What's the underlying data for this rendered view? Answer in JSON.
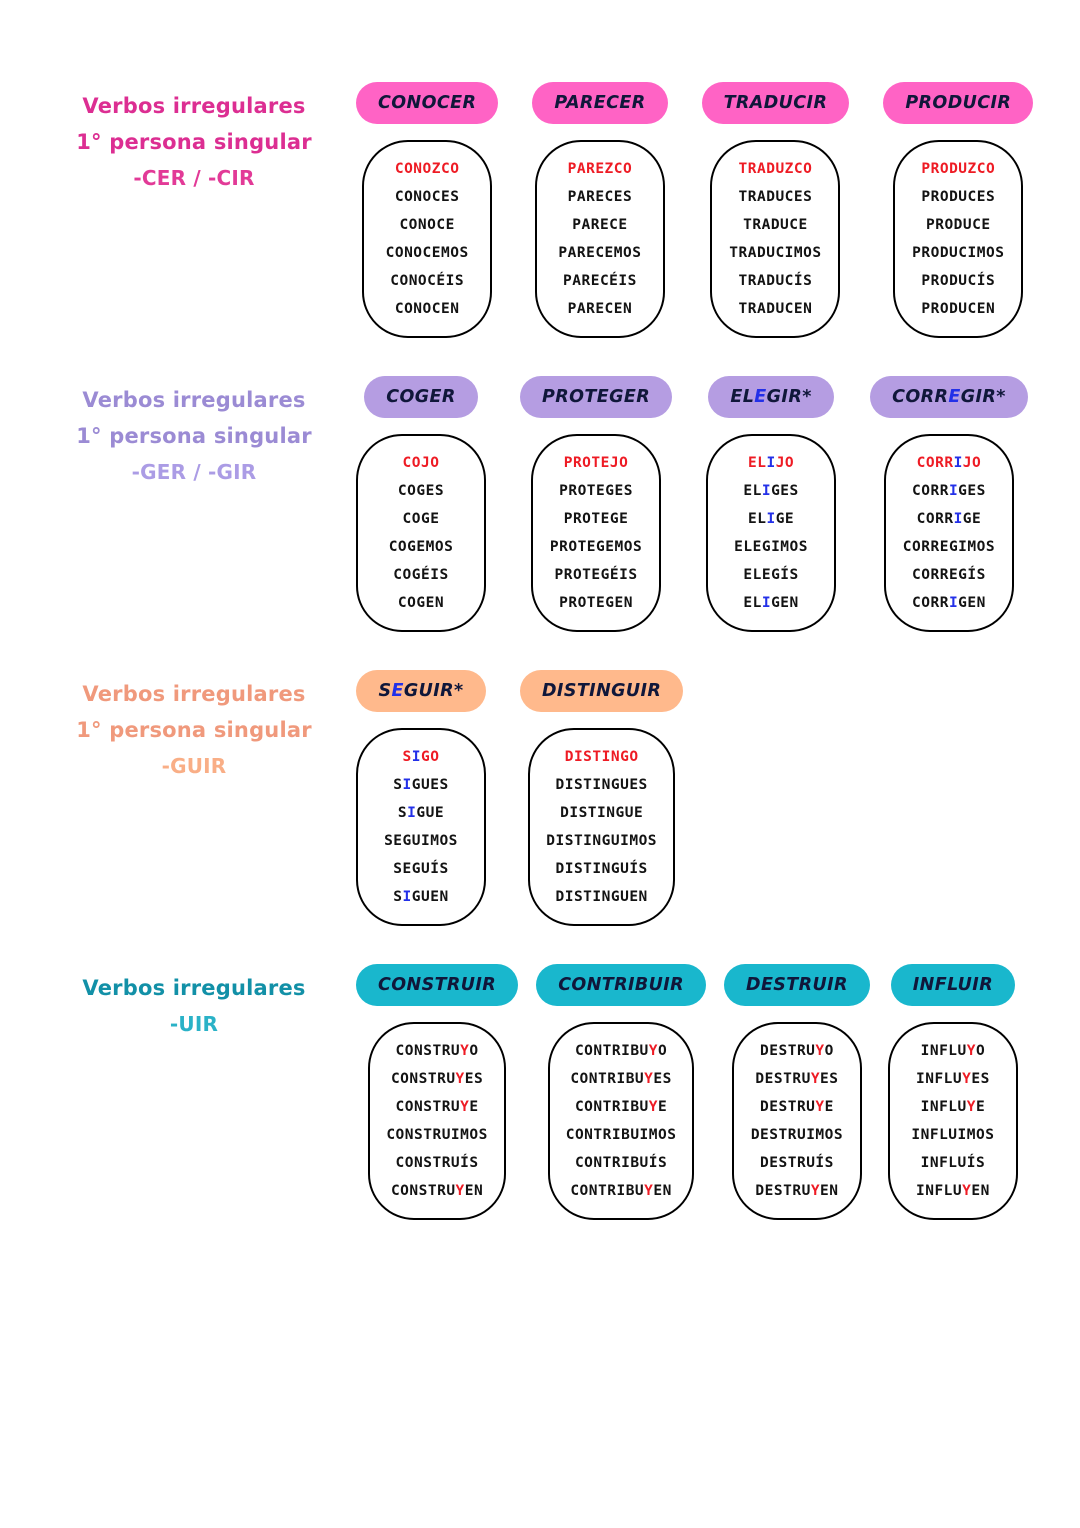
{
  "colors": {
    "k": "#131313",
    "r": "#ee1b24",
    "b": "#2330e8",
    "pill_text": "#10173a"
  },
  "sections": [
    {
      "id": "cer-cir",
      "heading_lines": [
        "Verbos irregulares",
        "1° persona singular"
      ],
      "heading_suffix": "-CER / -CIR",
      "heading_color": "#dc2e92",
      "suffix_color": "#e23a97",
      "pill_color": "#ff63c5",
      "verbs": [
        {
          "id": "conocer",
          "title": [
            [
              "CONOCER",
              "k"
            ]
          ],
          "forms": [
            [
              [
                "CONOZCO",
                "r"
              ]
            ],
            [
              [
                "CONOCES",
                "k"
              ]
            ],
            [
              [
                "CONOCE",
                "k"
              ]
            ],
            [
              [
                "CONOCEMOS",
                "k"
              ]
            ],
            [
              [
                "CONOCÉIS",
                "k"
              ]
            ],
            [
              [
                "CONOCEN",
                "k"
              ]
            ]
          ]
        },
        {
          "id": "parecer",
          "title": [
            [
              "PARECER",
              "k"
            ]
          ],
          "forms": [
            [
              [
                "PAREZCO",
                "r"
              ]
            ],
            [
              [
                "PARECES",
                "k"
              ]
            ],
            [
              [
                "PARECE",
                "k"
              ]
            ],
            [
              [
                "PARECEMOS",
                "k"
              ]
            ],
            [
              [
                "PARECÉIS",
                "k"
              ]
            ],
            [
              [
                "PARECEN",
                "k"
              ]
            ]
          ]
        },
        {
          "id": "traducir",
          "title": [
            [
              "TRADUCIR",
              "k"
            ]
          ],
          "forms": [
            [
              [
                "TRADUZCO",
                "r"
              ]
            ],
            [
              [
                "TRADUCES",
                "k"
              ]
            ],
            [
              [
                "TRADUCE",
                "k"
              ]
            ],
            [
              [
                "TRADUCIMOS",
                "k"
              ]
            ],
            [
              [
                "TRADUCÍS",
                "k"
              ]
            ],
            [
              [
                "TRADUCEN",
                "k"
              ]
            ]
          ]
        },
        {
          "id": "producir",
          "title": [
            [
              "PRODUCIR",
              "k"
            ]
          ],
          "forms": [
            [
              [
                "PRODUZCO",
                "r"
              ]
            ],
            [
              [
                "PRODUCES",
                "k"
              ]
            ],
            [
              [
                "PRODUCE",
                "k"
              ]
            ],
            [
              [
                "PRODUCIMOS",
                "k"
              ]
            ],
            [
              [
                "PRODUCÍS",
                "k"
              ]
            ],
            [
              [
                "PRODUCEN",
                "k"
              ]
            ]
          ]
        }
      ]
    },
    {
      "id": "ger-gir",
      "heading_lines": [
        "Verbos irregulares",
        "1° persona singular"
      ],
      "heading_suffix": "-GER / -GIR",
      "heading_color": "#9b8bd4",
      "suffix_color": "#ab9ce5",
      "pill_color": "#b59de2",
      "verbs": [
        {
          "id": "coger",
          "title": [
            [
              "COGER",
              "k"
            ]
          ],
          "forms": [
            [
              [
                "COJO",
                "r"
              ]
            ],
            [
              [
                "COGES",
                "k"
              ]
            ],
            [
              [
                "COGE",
                "k"
              ]
            ],
            [
              [
                "COGEMOS",
                "k"
              ]
            ],
            [
              [
                "COGÉIS",
                "k"
              ]
            ],
            [
              [
                "COGEN",
                "k"
              ]
            ]
          ]
        },
        {
          "id": "proteger",
          "title": [
            [
              "PROTEGER",
              "k"
            ]
          ],
          "forms": [
            [
              [
                "PROTEJO",
                "r"
              ]
            ],
            [
              [
                "PROTEGES",
                "k"
              ]
            ],
            [
              [
                "PROTEGE",
                "k"
              ]
            ],
            [
              [
                "PROTEGEMOS",
                "k"
              ]
            ],
            [
              [
                "PROTEGÉIS",
                "k"
              ]
            ],
            [
              [
                "PROTEGEN",
                "k"
              ]
            ]
          ]
        },
        {
          "id": "elegir",
          "title": [
            [
              "EL",
              "k"
            ],
            [
              "E",
              "b"
            ],
            [
              "GIR*",
              "k"
            ]
          ],
          "forms": [
            [
              [
                "EL",
                "r"
              ],
              [
                "I",
                "b"
              ],
              [
                "JO",
                "r"
              ]
            ],
            [
              [
                "EL",
                "k"
              ],
              [
                "I",
                "b"
              ],
              [
                "GES",
                "k"
              ]
            ],
            [
              [
                "EL",
                "k"
              ],
              [
                "I",
                "b"
              ],
              [
                "GE",
                "k"
              ]
            ],
            [
              [
                "ELEGIMOS",
                "k"
              ]
            ],
            [
              [
                "ELEGÍS",
                "k"
              ]
            ],
            [
              [
                "EL",
                "k"
              ],
              [
                "I",
                "b"
              ],
              [
                "GEN",
                "k"
              ]
            ]
          ]
        },
        {
          "id": "corregir",
          "title": [
            [
              "CORR",
              "k"
            ],
            [
              "E",
              "b"
            ],
            [
              "GIR*",
              "k"
            ]
          ],
          "forms": [
            [
              [
                "CORR",
                "r"
              ],
              [
                "I",
                "b"
              ],
              [
                "JO",
                "r"
              ]
            ],
            [
              [
                "CORR",
                "k"
              ],
              [
                "I",
                "b"
              ],
              [
                "GES",
                "k"
              ]
            ],
            [
              [
                "CORR",
                "k"
              ],
              [
                "I",
                "b"
              ],
              [
                "GE",
                "k"
              ]
            ],
            [
              [
                "CORREGIMOS",
                "k"
              ]
            ],
            [
              [
                "CORREGÍS",
                "k"
              ]
            ],
            [
              [
                "CORR",
                "k"
              ],
              [
                "I",
                "b"
              ],
              [
                "GEN",
                "k"
              ]
            ]
          ]
        }
      ]
    },
    {
      "id": "guir",
      "heading_lines": [
        "Verbos irregulares",
        "1° persona singular"
      ],
      "heading_suffix": "-GUIR",
      "heading_color": "#f0997c",
      "suffix_color": "#f9ae86",
      "pill_color": "#ffb98c",
      "verbs": [
        {
          "id": "seguir",
          "title": [
            [
              "S",
              "k"
            ],
            [
              "E",
              "b"
            ],
            [
              "GUIR*",
              "k"
            ]
          ],
          "forms": [
            [
              [
                "S",
                "r"
              ],
              [
                "I",
                "b"
              ],
              [
                "GO",
                "r"
              ]
            ],
            [
              [
                "S",
                "k"
              ],
              [
                "I",
                "b"
              ],
              [
                "GUES",
                "k"
              ]
            ],
            [
              [
                "S",
                "k"
              ],
              [
                "I",
                "b"
              ],
              [
                "GUE",
                "k"
              ]
            ],
            [
              [
                "SEGUIMOS",
                "k"
              ]
            ],
            [
              [
                "SEGUÍS",
                "k"
              ]
            ],
            [
              [
                "S",
                "k"
              ],
              [
                "I",
                "b"
              ],
              [
                "GUEN",
                "k"
              ]
            ]
          ]
        },
        {
          "id": "distinguir",
          "title": [
            [
              "DISTINGUIR",
              "k"
            ]
          ],
          "forms": [
            [
              [
                "DISTINGO",
                "r"
              ]
            ],
            [
              [
                "DISTINGUES",
                "k"
              ]
            ],
            [
              [
                "DISTINGUE",
                "k"
              ]
            ],
            [
              [
                "DISTINGUIMOS",
                "k"
              ]
            ],
            [
              [
                "DISTINGUÍS",
                "k"
              ]
            ],
            [
              [
                "DISTINGUEN",
                "k"
              ]
            ]
          ]
        }
      ]
    },
    {
      "id": "uir",
      "heading_lines": [
        "Verbos irregulares"
      ],
      "heading_suffix": "-UIR",
      "heading_color": "#1290a7",
      "suffix_color": "#2ab2c7",
      "pill_color": "#19b7cd",
      "verbs": [
        {
          "id": "construir",
          "title": [
            [
              "CONSTRUIR",
              "k"
            ]
          ],
          "forms": [
            [
              [
                "CONSTRU",
                "k"
              ],
              [
                "Y",
                "r"
              ],
              [
                "O",
                "k"
              ]
            ],
            [
              [
                "CONSTRU",
                "k"
              ],
              [
                "Y",
                "r"
              ],
              [
                "ES",
                "k"
              ]
            ],
            [
              [
                "CONSTRU",
                "k"
              ],
              [
                "Y",
                "r"
              ],
              [
                "E",
                "k"
              ]
            ],
            [
              [
                "CONSTRUIMOS",
                "k"
              ]
            ],
            [
              [
                "CONSTRUÍS",
                "k"
              ]
            ],
            [
              [
                "CONSTRU",
                "k"
              ],
              [
                "Y",
                "r"
              ],
              [
                "EN",
                "k"
              ]
            ]
          ]
        },
        {
          "id": "contribuir",
          "title": [
            [
              "CONTRIBUIR",
              "k"
            ]
          ],
          "forms": [
            [
              [
                "CONTRIBU",
                "k"
              ],
              [
                "Y",
                "r"
              ],
              [
                "O",
                "k"
              ]
            ],
            [
              [
                "CONTRIBU",
                "k"
              ],
              [
                "Y",
                "r"
              ],
              [
                "ES",
                "k"
              ]
            ],
            [
              [
                "CONTRIBU",
                "k"
              ],
              [
                "Y",
                "r"
              ],
              [
                "E",
                "k"
              ]
            ],
            [
              [
                "CONTRIBUIMOS",
                "k"
              ]
            ],
            [
              [
                "CONTRIBUÍS",
                "k"
              ]
            ],
            [
              [
                "CONTRIBU",
                "k"
              ],
              [
                "Y",
                "r"
              ],
              [
                "EN",
                "k"
              ]
            ]
          ]
        },
        {
          "id": "destruir",
          "title": [
            [
              "DESTRUIR",
              "k"
            ]
          ],
          "forms": [
            [
              [
                "DESTRU",
                "k"
              ],
              [
                "Y",
                "r"
              ],
              [
                "O",
                "k"
              ]
            ],
            [
              [
                "DESTRU",
                "k"
              ],
              [
                "Y",
                "r"
              ],
              [
                "ES",
                "k"
              ]
            ],
            [
              [
                "DESTRU",
                "k"
              ],
              [
                "Y",
                "r"
              ],
              [
                "E",
                "k"
              ]
            ],
            [
              [
                "DESTRUIMOS",
                "k"
              ]
            ],
            [
              [
                "DESTRUÍS",
                "k"
              ]
            ],
            [
              [
                "DESTRU",
                "k"
              ],
              [
                "Y",
                "r"
              ],
              [
                "EN",
                "k"
              ]
            ]
          ]
        },
        {
          "id": "influir",
          "title": [
            [
              "INFLUIR",
              "k"
            ]
          ],
          "forms": [
            [
              [
                "INFLU",
                "k"
              ],
              [
                "Y",
                "r"
              ],
              [
                "O",
                "k"
              ]
            ],
            [
              [
                "INFLU",
                "k"
              ],
              [
                "Y",
                "r"
              ],
              [
                "ES",
                "k"
              ]
            ],
            [
              [
                "INFLU",
                "k"
              ],
              [
                "Y",
                "r"
              ],
              [
                "E",
                "k"
              ]
            ],
            [
              [
                "INFLUIMOS",
                "k"
              ]
            ],
            [
              [
                "INFLUÍS",
                "k"
              ]
            ],
            [
              [
                "INFLU",
                "k"
              ],
              [
                "Y",
                "r"
              ],
              [
                "EN",
                "k"
              ]
            ]
          ]
        }
      ]
    }
  ]
}
